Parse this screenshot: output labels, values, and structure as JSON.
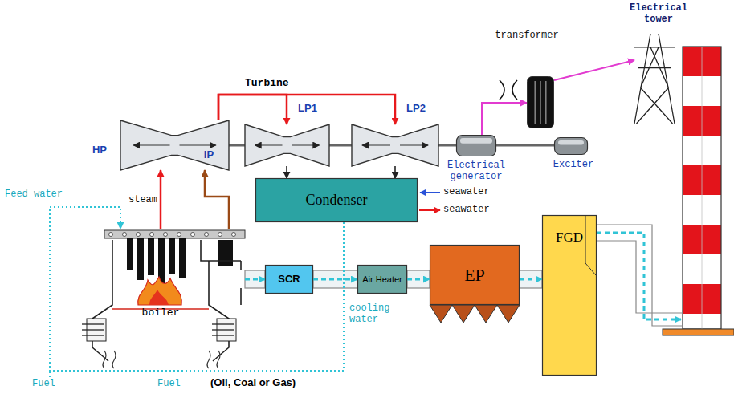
{
  "diagram": {
    "nodes": [
      {
        "text": [
          "Electrical tower"
        ]
      },
      {
        "text": [
          "transformer"
        ]
      },
      {
        "text": [
          "HP",
          "IP"
        ]
      },
      {
        "text": [
          "LP1"
        ]
      },
      {
        "text": [
          "LP2"
        ]
      },
      {
        "text": [
          "Electrical generator"
        ]
      },
      {
        "text": [
          "Exciter"
        ]
      },
      {
        "text": [
          "Condenser"
        ]
      },
      {
        "text": [
          "boiler"
        ]
      },
      {
        "text": [
          "SCR"
        ]
      },
      {
        "text": [
          "Air Heater"
        ]
      },
      {
        "text": [
          "EP"
        ]
      },
      {
        "text": [
          "FGD"
        ]
      }
    ],
    "edges": [
      {
        "from": 8,
        "to": 2,
        "label": "steam",
        "arrow": "to"
      },
      {
        "from": 8,
        "to": 2,
        "arrow": "to"
      },
      {
        "from": 2,
        "to": 3,
        "arrow": "to"
      },
      {
        "from": 2,
        "to": 4,
        "arrow": "to"
      },
      {
        "from": 3,
        "to": 7,
        "arrow": "to"
      },
      {
        "from": 4,
        "to": 7,
        "arrow": "to"
      },
      {
        "from": 4,
        "to": 5,
        "arrow": "none"
      },
      {
        "from": 5,
        "to": 6,
        "arrow": "none"
      },
      {
        "from": 5,
        "to": 1,
        "arrow": "to"
      },
      {
        "from": 1,
        "to": 0,
        "arrow": "to"
      },
      {
        "from": 7,
        "to": 8,
        "arrow": "to"
      },
      {
        "from": 8,
        "to": 9,
        "arrow": "to"
      },
      {
        "from": 9,
        "to": 10,
        "arrow": "to"
      },
      {
        "from": 10,
        "to": 11,
        "arrow": "to"
      },
      {
        "from": 11,
        "to": 12,
        "arrow": "to"
      }
    ],
    "labels": [
      "Turbine",
      "Feed water",
      "seawater",
      "seawater",
      "cooling water",
      "Fuel",
      "Fuel",
      "(Oil, Coal or Gas)"
    ]
  }
}
